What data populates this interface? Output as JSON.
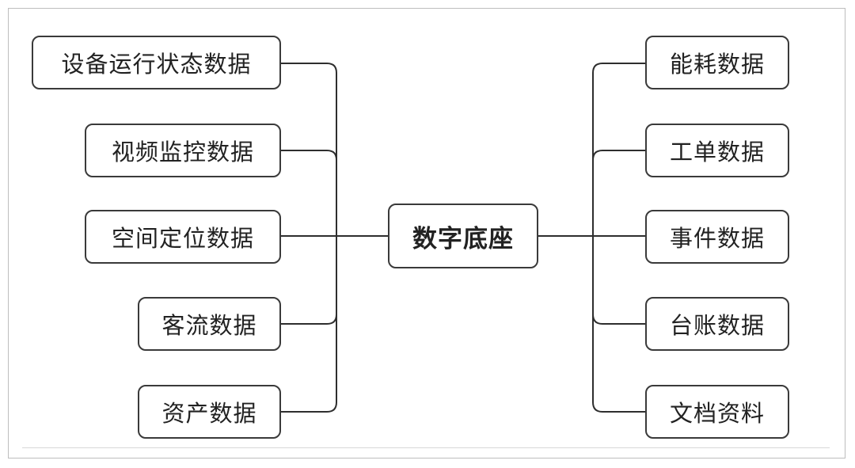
{
  "center": {
    "label": "数字底座"
  },
  "left_nodes": [
    {
      "label": "设备运行状态数据"
    },
    {
      "label": "视频监控数据"
    },
    {
      "label": "空间定位数据"
    },
    {
      "label": "客流数据"
    },
    {
      "label": "资产数据"
    }
  ],
  "right_nodes": [
    {
      "label": "能耗数据"
    },
    {
      "label": "工单数据"
    },
    {
      "label": "事件数据"
    },
    {
      "label": "台账数据"
    },
    {
      "label": "文档资料"
    }
  ],
  "colors": {
    "line": "#2e2e2e",
    "border": "#3a3a3a",
    "frame": "#bdbdbd",
    "text": "#222222"
  }
}
